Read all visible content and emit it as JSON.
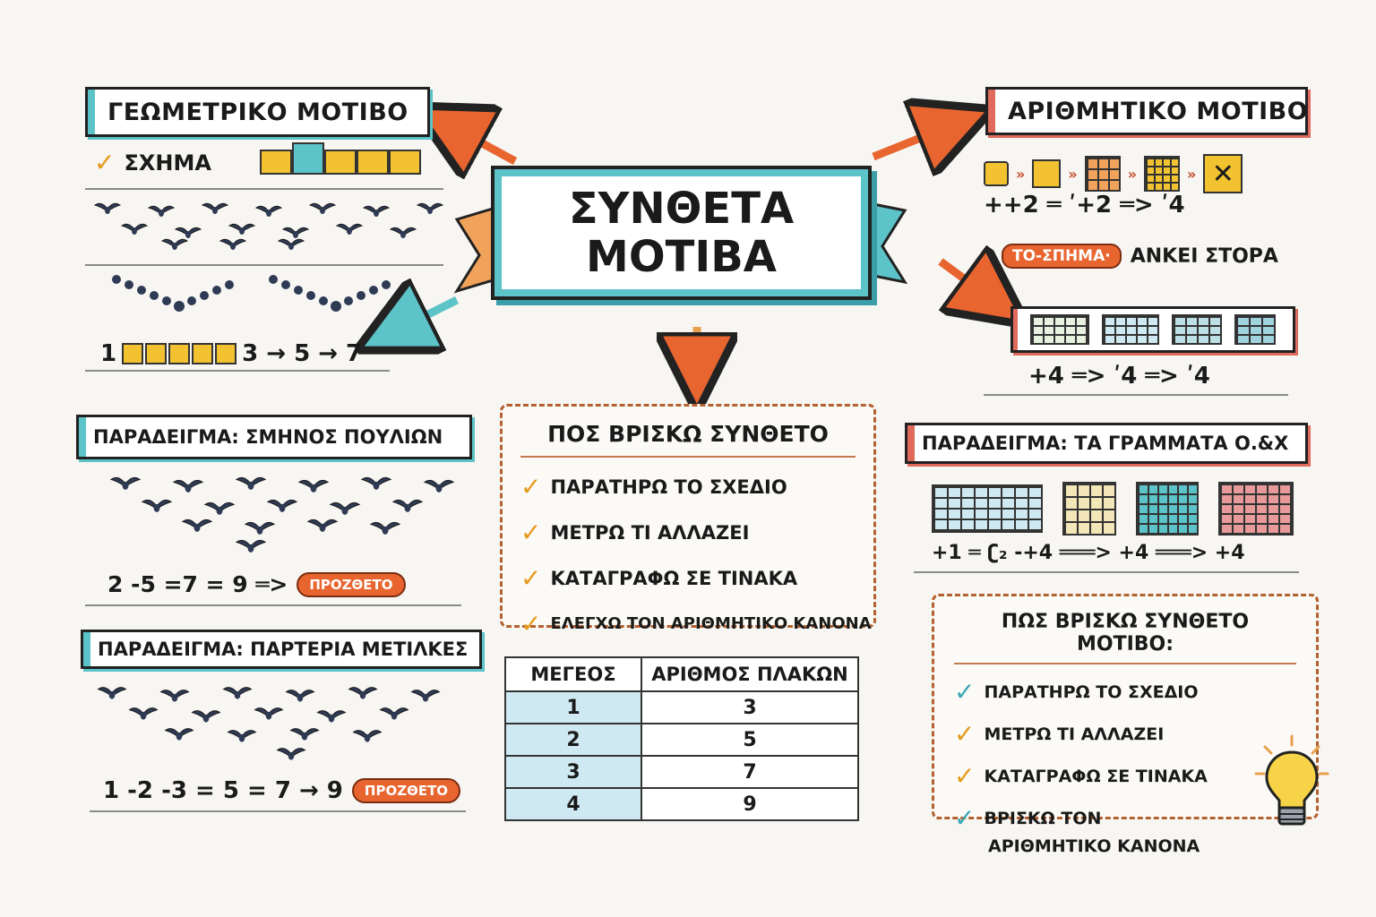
{
  "center": {
    "line1": "ΣΥΝΘΕΤΑ",
    "line2": "ΜΟΤΙΒΑ"
  },
  "geometric": {
    "title": "ΓΕΩΜΕΤΡΙΚΟ ΜΟΤΙΒΟ",
    "shape_label": "ΣΧΗΜΑ",
    "seq_start": "1",
    "seq_rest": "3 → 5 → 7"
  },
  "arithmetic": {
    "title": "ΑΡΙΘΜΗΤΙΚΟ ΜΟΤΙΒΟ",
    "seq1": "++2 ═ ʹ+2 ═> ʹ4",
    "note_pill": "ΤΟ-ΣΠΗΜΑ·",
    "note_text": "ΑΝΚΕΙ ΣΤΟΡΑ",
    "seq2": "+4 ═> ʹ4 ═> ʹ4"
  },
  "example_birds": {
    "title": "ΠΑΡΑΔΕΙΓΜΑ: ΣΜΗΝΟΣ ΠΟΥΛΙΩΝ",
    "seq": "2 -5 =7 = 9 ═>",
    "pill": "ΠΡΟΖΘΕΤΟ"
  },
  "example_tiles": {
    "title": "ΠΑΡΑΔΕΙΓΜΑ: ΠΑΡΤΕΡΙΑ ΜΕΤΙΛΚΕΣ",
    "seq": "1 -2 -3 = 5 = 7 → 9",
    "pill": "ΠΡΟΖΘΕΤΟ"
  },
  "example_letters": {
    "title": "ΠΑΡΑΔΕΙΓΜΑ: ΤΑ ΓΡΑΜΜΑΤΑ Ο.&Χ",
    "seq": "+1 ═ ʗ₂ -+4 ═══> +4 ═══> +4"
  },
  "how_find": {
    "title": "ΠΟΣ ΒΡΙΣΚΩ ΣΥΝΘΕΤΟ",
    "items": [
      "ΠΑΡΑΤΗΡΩ ΤΟ ΣΧΕΔΙΟ",
      "ΜΕΤΡΩ ΤΙ ΑΛΛΑΖΕΙ",
      "ΚΑΤΑΓΡΑΦΩ ΣΕ ΤΙΝΑΚΑ",
      "ΕΛΕΓΧΩ ΤΟΝ ΑΡΙΘΜΗΤΙΚΟ ΚΑΝΟΝΑ"
    ]
  },
  "how_find_motif": {
    "title": "ΠΩΣ ΒΡΙΣΚΩ ΣΥΝΘΕΤΟ ΜΟΤΙΒΟ:",
    "items": [
      "ΠΑΡΑΤΗΡΩ ΤΟ ΣΧΕΔΙΟ",
      "ΜΕΤΡΩ ΤΙ ΑΛΛΑΖΕΙ",
      "ΚΑΤΑΓΡΑΦΩ ΣΕ ΤΙΝΑΚΑ",
      "ΒΡΙΣΚΩ ΤΟΝ",
      "ΑΡΙΘΜΗΤΙΚΟ ΚΑΝΟΝΑ"
    ]
  },
  "table": {
    "headers": [
      "ΜΕΓΕΟΣ",
      "ΑΡΙΘΜΟΣ ΠΛΑΚΩΝ"
    ],
    "rows": [
      [
        "1",
        "3"
      ],
      [
        "2",
        "5"
      ],
      [
        "3",
        "7"
      ],
      [
        "4",
        "9"
      ]
    ]
  },
  "icons": [
    "check-icon",
    "lightbulb-icon",
    "bird-icon",
    "arrow-icon"
  ],
  "colors": {
    "teal": "#5cc3c8",
    "coral": "#e06a5c",
    "orange": "#e8652f",
    "gold": "#f2c230",
    "blue_tile": "#cfe9f2"
  }
}
